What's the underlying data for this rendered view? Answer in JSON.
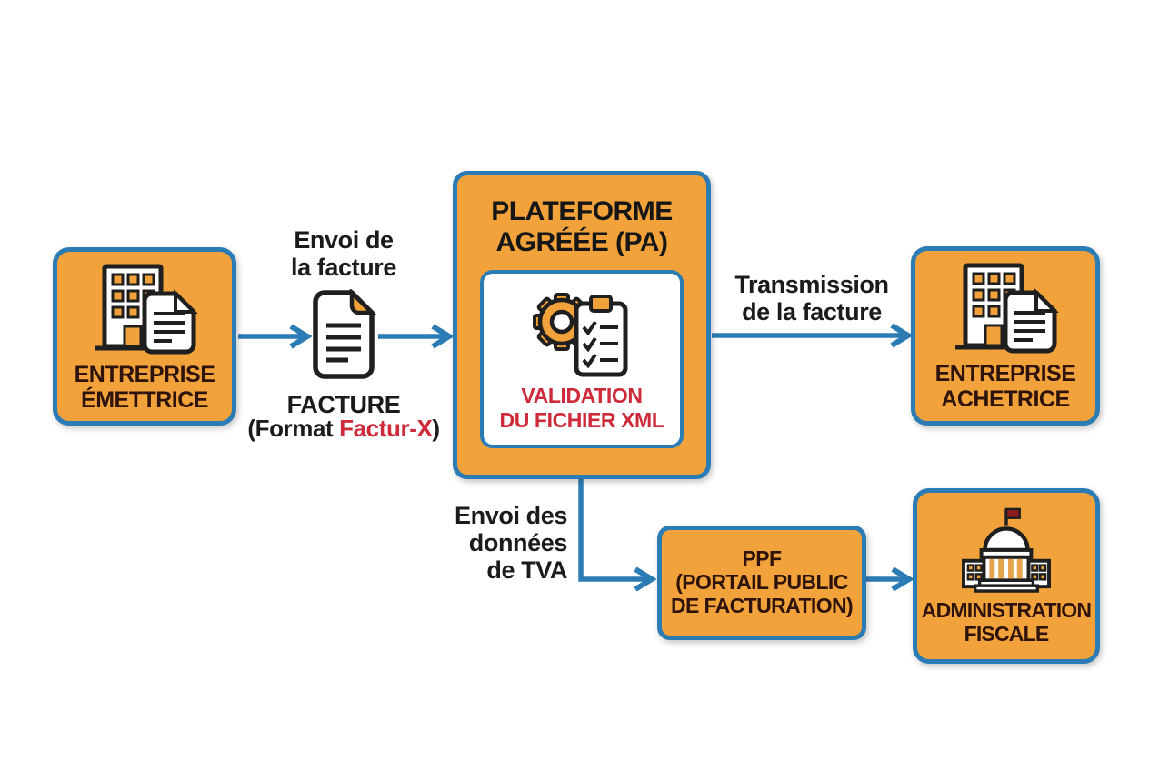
{
  "colors": {
    "orange": "#F2A23B",
    "blue": "#2B7CB5",
    "red": "#CD2A3A",
    "box_text": "#2E130B",
    "black": "#1B1B1B",
    "outline": "#1F1F1F"
  },
  "nodes": {
    "emitter": {
      "label": "ENTREPRISE\nÉMETTRICE",
      "icon": "building-document-icon"
    },
    "platform": {
      "title": "PLATEFORME\nAGRÉÉE (PA)",
      "validation": "VALIDATION\nDU FICHIER XML",
      "icon": "gear-checklist-icon"
    },
    "buyer": {
      "label": "ENTREPRISE\nACHETRICE",
      "icon": "building-document-icon"
    },
    "ppf": {
      "label": "PPF\n(PORTAIL PUBLIC\nDE FACTURATION)"
    },
    "tax_admin": {
      "label": "ADMINISTRATION\nFISCALE",
      "icon": "government-building-icon"
    }
  },
  "edges": {
    "send_invoice": "Envoi de\nla facture",
    "invoice_caption": "FACTURE",
    "invoice_format_prefix": "(Format ",
    "invoice_format_highlight": "Factur-X",
    "invoice_format_suffix": ")",
    "invoice_icon": "invoice-document-icon",
    "transmission": "Transmission\nde la facture",
    "vat_data": "Envoi des\ndonnées\nde TVA"
  }
}
